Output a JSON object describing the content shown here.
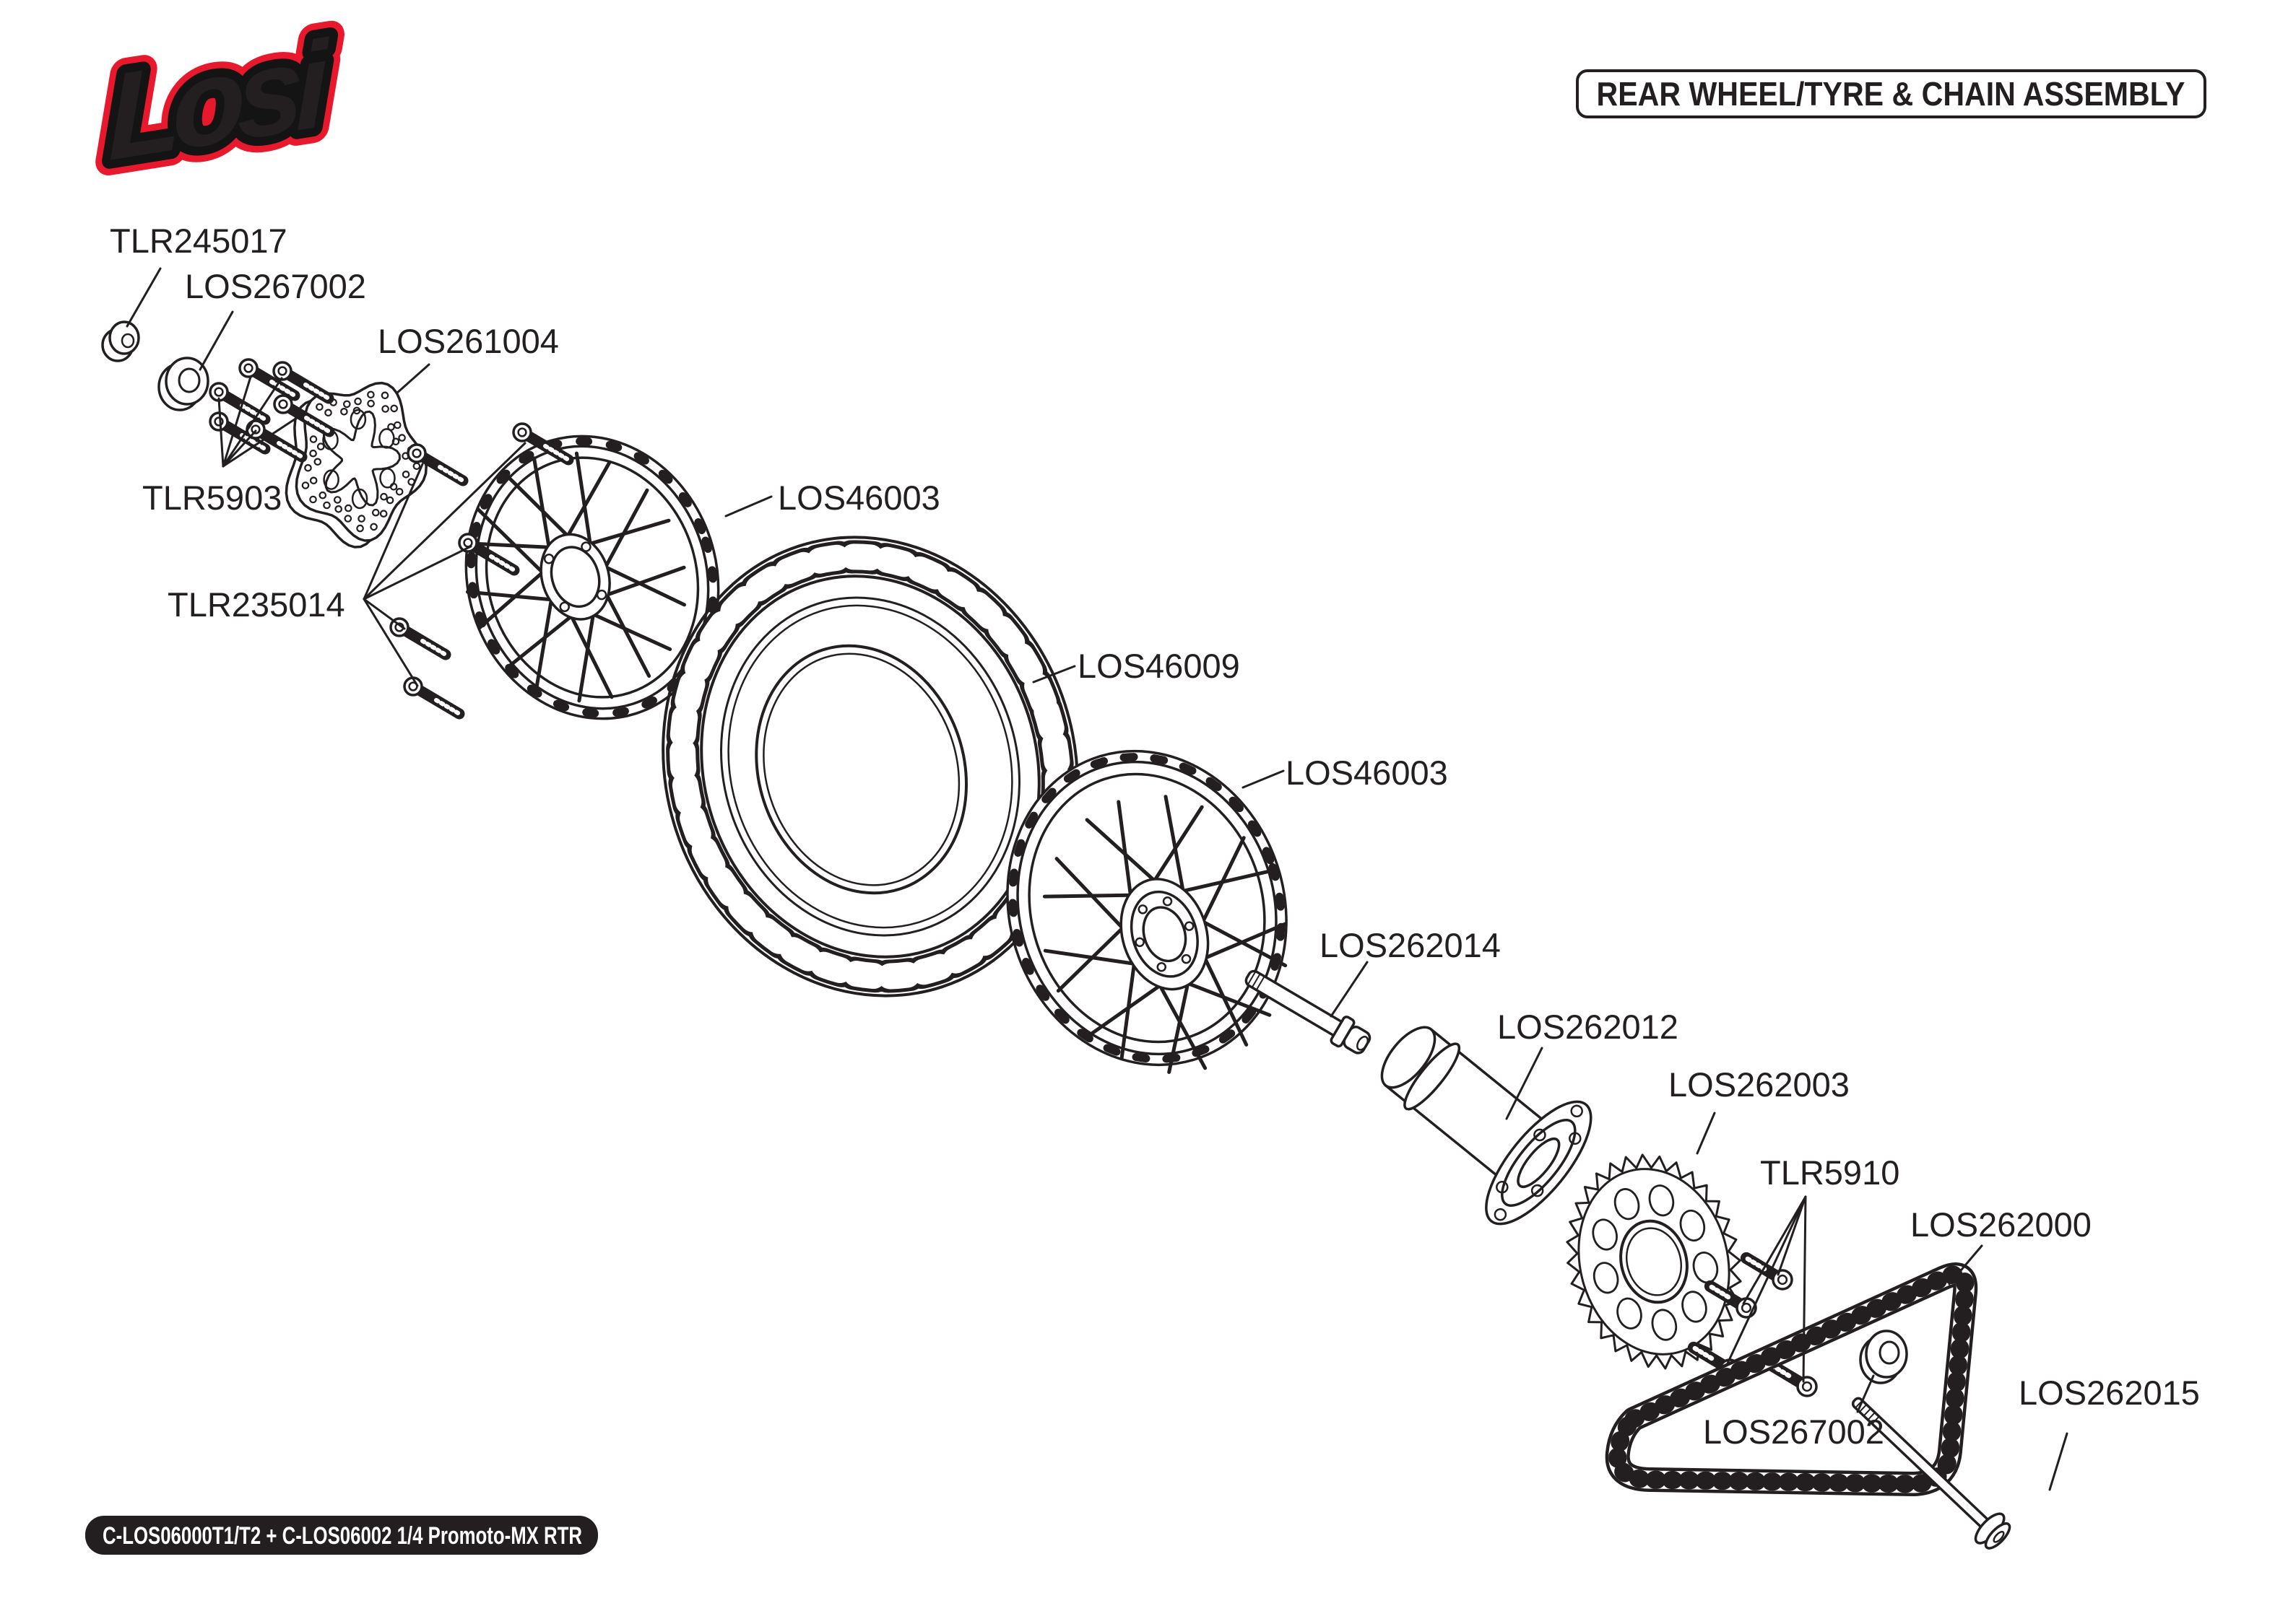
{
  "header": {
    "brand": "Losi",
    "title": "REAR WHEEL/TYRE & CHAIN ASSEMBLY"
  },
  "diagram": {
    "labels": {
      "tlr245017": "TLR245017",
      "los267002_a": "LOS267002",
      "los261004": "LOS261004",
      "tlr5903": "TLR5903",
      "tlr235014": "TLR235014",
      "los46003_a": "LOS46003",
      "los46009": "LOS46009",
      "los46003_b": "LOS46003",
      "los262014": "LOS262014",
      "los262012": "LOS262012",
      "los262003": "LOS262003",
      "tlr5910": "TLR5910",
      "los262000": "LOS262000",
      "los267002_b": "LOS267002",
      "los262015": "LOS262015"
    }
  },
  "footer": {
    "model_code": "C-LOS06000T1/T2 + C-LOS06002 1/4 Promoto-MX RTR"
  },
  "colors": {
    "ink": "#231f20",
    "logo_red": "#e8192c",
    "paper": "#ffffff"
  }
}
